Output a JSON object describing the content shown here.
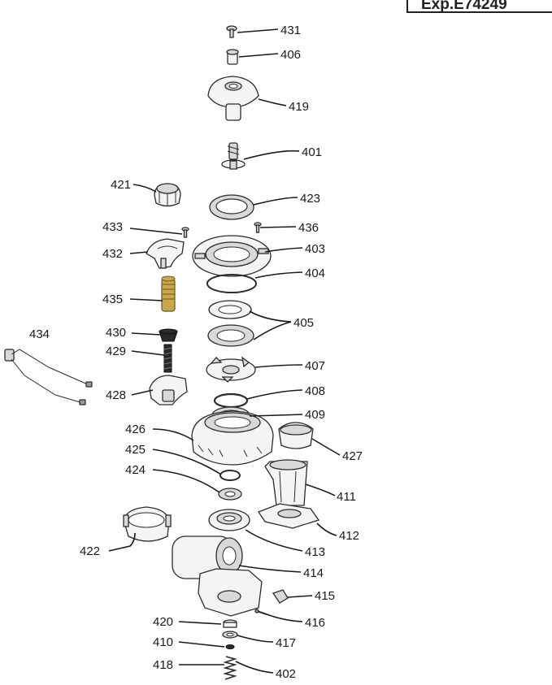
{
  "header": {
    "code": "Exp.E74249"
  },
  "labels": {
    "p431": "431",
    "p406": "406",
    "p419": "419",
    "p401": "401",
    "p421": "421",
    "p423": "423",
    "p433": "433",
    "p436": "436",
    "p432": "432",
    "p403": "403",
    "p404": "404",
    "p435": "435",
    "p405": "405",
    "p434": "434",
    "p430": "430",
    "p407": "407",
    "p429": "429",
    "p408": "408",
    "p428": "428",
    "p409": "409",
    "p426": "426",
    "p427": "427",
    "p425": "425",
    "p424": "424",
    "p411": "411",
    "p412": "412",
    "p422": "422",
    "p413": "413",
    "p414": "414",
    "p415": "415",
    "p420": "420",
    "p416": "416",
    "p417": "417",
    "p410": "410",
    "p418": "418",
    "p402": "402"
  },
  "colors": {
    "line": "#1a1a1a",
    "brass": "#c8a84a",
    "dark": "#2a2a2a"
  }
}
